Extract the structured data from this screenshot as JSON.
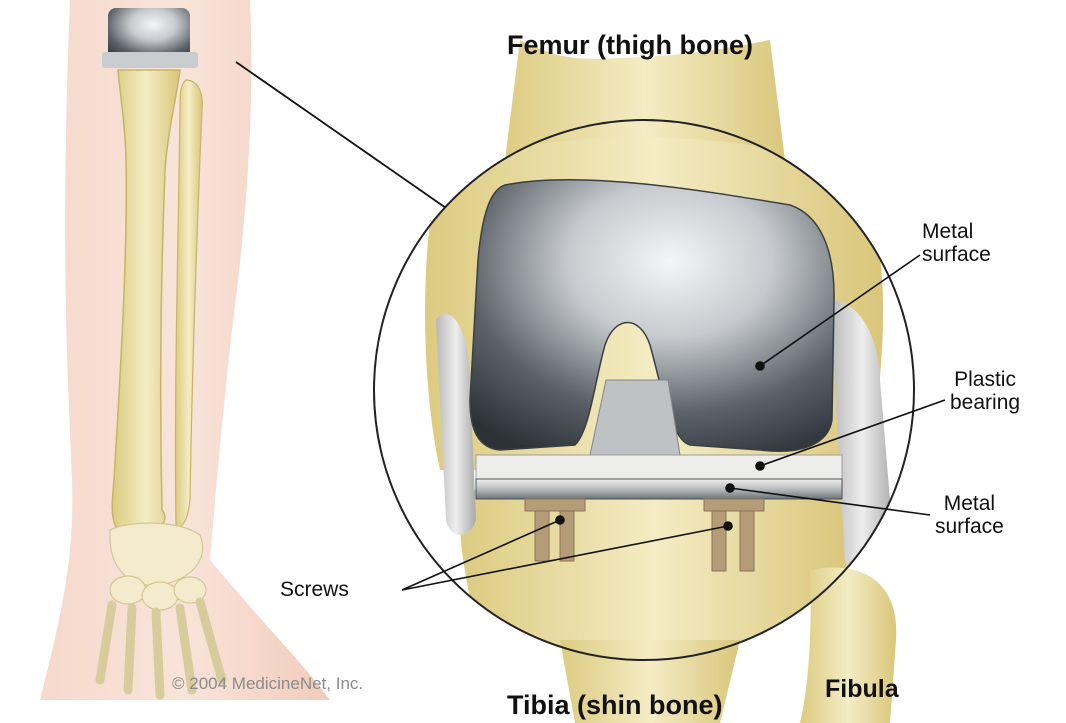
{
  "labels": {
    "femur": "Femur (thigh bone)",
    "metal_surface_top": [
      "Metal",
      "surface"
    ],
    "plastic_bearing": [
      "Plastic",
      "bearing"
    ],
    "metal_surface_bottom": [
      "Metal",
      "surface"
    ],
    "screws": "Screws",
    "tibia": "Tibia (shin bone)",
    "fibula": "Fibula",
    "copyright": "© 2004 MedicineNet, Inc."
  },
  "colors": {
    "bone": "#ece0a8",
    "bone_shadow": "#d8c77a",
    "skin": "#f3cfc0",
    "metal_dark": "#4a5258",
    "metal_light": "#d9dcde",
    "plastic": "#ececea",
    "screw": "#b49c78",
    "ligament": "#cfcfcf",
    "line": "#111111"
  }
}
